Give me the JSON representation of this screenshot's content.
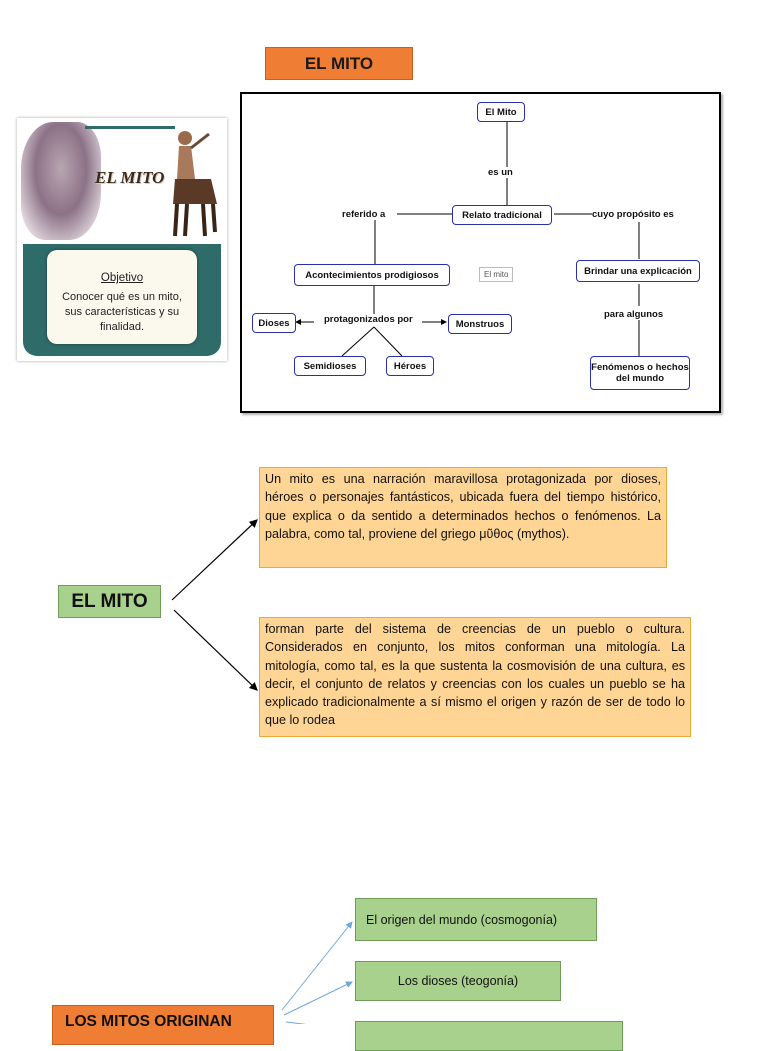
{
  "title": "EL MITO",
  "cover": {
    "title": "EL MITO",
    "objective_label": "Objetivo",
    "objective_text": "Conocer qué es un mito, sus características y su finalidad."
  },
  "concept_map": {
    "nodes": {
      "mito": "El Mito",
      "relato": "Relato tradicional",
      "acontecimientos": "Acontecimientos prodigiosos",
      "brindar": "Brindar una explicación",
      "dioses": "Dioses",
      "monstruos": "Monstruos",
      "semidioses": "Semidioses",
      "heroes": "Héroes",
      "fenomenos": "Fenómenos o hechos del mundo"
    },
    "links": {
      "es_un": "es un",
      "referido_a": "referido a",
      "cuyo_proposito": "cuyo propósito es",
      "protagonizados_por": "protagonizados por",
      "para_algunos": "para algunos"
    },
    "watermark": "El mito"
  },
  "middle": {
    "label": "EL MITO",
    "definition_1": "Un mito es una narración maravillosa protagonizada por dioses, héroes o personajes fantásticos, ubicada fuera del tiempo histórico, que explica o da sentido a determinados hechos o fenómenos. La palabra, como tal, proviene del griego μῦθος (mythos).",
    "definition_2": "forman parte del sistema de creencias de un pueblo o cultura. Considerados en conjunto, los mitos conforman una mitología. La mitología, como tal, es la que sustenta la cosmovisión de una cultura, es decir, el conjunto de relatos y creencias con los cuales un pueblo se ha explicado tradicionalmente a sí mismo el origen y razón de ser de todo lo que lo rodea"
  },
  "bottom": {
    "label": "LOS MITOS ORIGINAN",
    "items": [
      "El origen del mundo (cosmogonía)",
      "Los dioses (teogonía)",
      ""
    ]
  },
  "colors": {
    "orange_title": "#ef7d33",
    "green_box": "#a9d18e",
    "orange_box": "#ffd596",
    "map_border": "#2a2fb0",
    "teal_panel": "#2f6b68"
  }
}
